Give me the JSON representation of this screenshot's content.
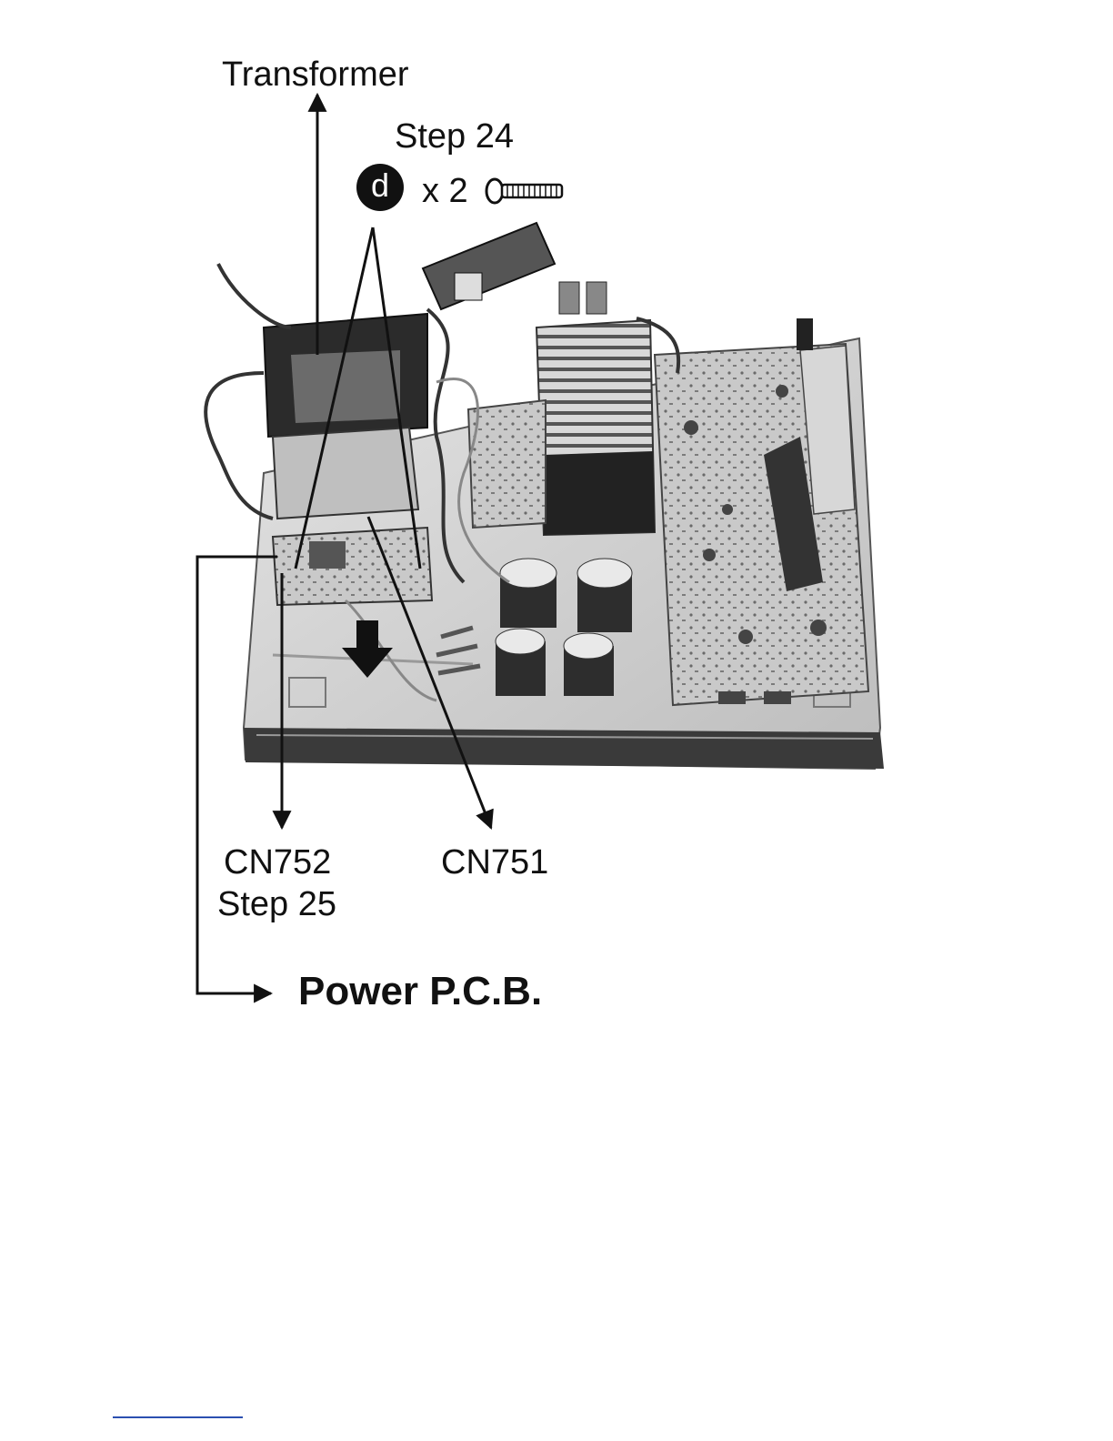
{
  "labels": {
    "transformer": "Transformer",
    "step24": "Step 24",
    "screw_letter": "d",
    "screw_count": "x 2",
    "cn752": "CN752",
    "step25": "Step 25",
    "cn751": "CN751",
    "power_pcb": "Power P.C.B."
  },
  "colors": {
    "link_rule": "#2b4fb0"
  }
}
